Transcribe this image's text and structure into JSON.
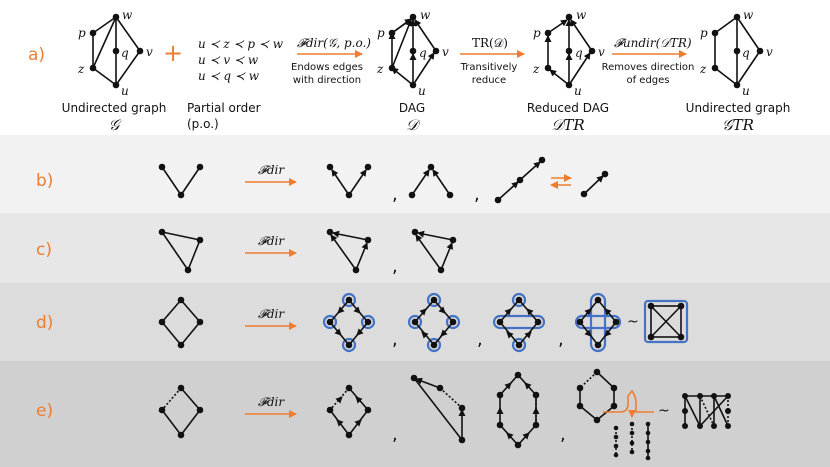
{
  "colors": {
    "accent": "#ed7d31",
    "highlight": "#4472c4",
    "band_b": "#f2f2f2",
    "band_c": "#e7e7e7",
    "band_d": "#dcdcdc",
    "band_e": "#d0d0d0"
  },
  "row_labels": {
    "a": "a)",
    "b": "b)",
    "c": "c)",
    "d": "d)",
    "e": "e)"
  },
  "row_a": {
    "plus": "+",
    "undirected_caption": "Undirected graph",
    "undirected_symbol": "𝒢",
    "partial_order_caption_1": "Partial order",
    "partial_order_caption_2": "(p.o.)",
    "order_1": "u ≺ z ≺ p ≺ w",
    "order_2": "u ≺ v ≺ w",
    "order_3": "u ≺ q ≺ w",
    "fdir_label": "𝓕dir(𝒢, p.o.)",
    "fdir_desc_1": "Endows edges",
    "fdir_desc_2": "with direction",
    "dag_caption": "DAG",
    "dag_symbol": "𝒟",
    "tr_label": "TR(𝒟)",
    "tr_desc_1": "Transitively",
    "tr_desc_2": "reduce",
    "reduced_caption": "Reduced DAG",
    "reduced_symbol": "𝒟TR",
    "fundir_label": "𝓕undir(𝒟TR)",
    "fundir_desc_1": "Removes direction",
    "fundir_desc_2": "of edges",
    "undirected_tr_caption": "Undirected graph",
    "undirected_tr_symbol": "𝒢TR",
    "node_labels": {
      "p": "p",
      "q": "q",
      "w": "w",
      "z": "z",
      "v": "v",
      "u": "u"
    }
  },
  "fdir_short": "𝓕dir",
  "separator": ",",
  "tilde": "~"
}
